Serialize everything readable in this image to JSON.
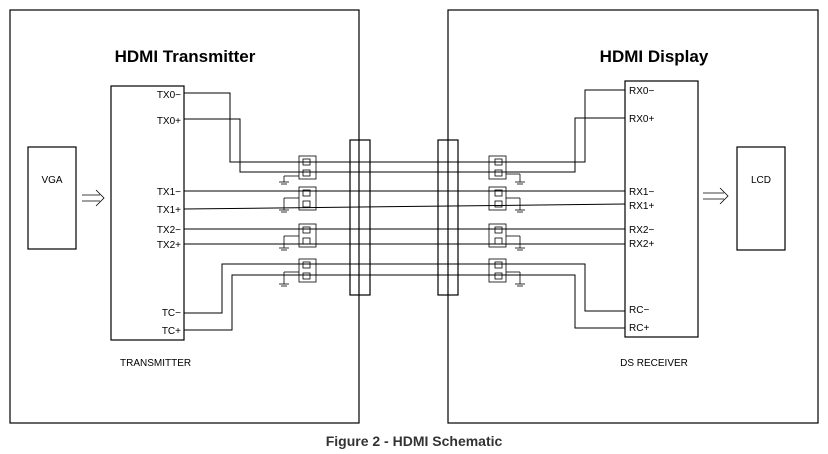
{
  "transmitter": {
    "title": "HDMI Transmitter",
    "footer": "TRANSMITTER",
    "source_label": "VGA",
    "pins": [
      "TX0−",
      "TX0+",
      "TX1−",
      "TX1+",
      "TX2−",
      "TX2+",
      "TC−",
      "TC+"
    ]
  },
  "display": {
    "title": "HDMI Display",
    "footer": "DS RECEIVER",
    "sink_label": "LCD",
    "pins": [
      "RX0−",
      "RX0+",
      "RX1−",
      "RX1+",
      "RX2−",
      "RX2+",
      "RC−",
      "RC+"
    ]
  },
  "caption": "Figure 2 - HDMI Schematic"
}
